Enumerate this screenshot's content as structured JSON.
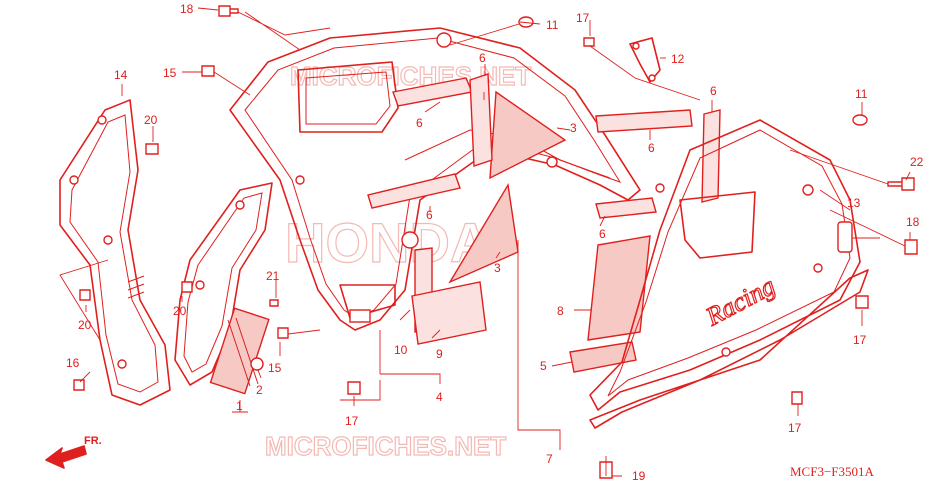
{
  "diagram": {
    "code": "MCF3−F3501A",
    "direction_label": "FR.",
    "watermark_text": "MICROFICHES.NET",
    "logo_text": "HONDA",
    "decal_text": "Racing",
    "labels": [
      {
        "id": "1",
        "text": "1"
      },
      {
        "id": "2",
        "text": "2"
      },
      {
        "id": "3a",
        "text": "3"
      },
      {
        "id": "3b",
        "text": "3"
      },
      {
        "id": "4",
        "text": "4"
      },
      {
        "id": "5",
        "text": "5"
      },
      {
        "id": "6a",
        "text": "6"
      },
      {
        "id": "6b",
        "text": "6"
      },
      {
        "id": "6c",
        "text": "6"
      },
      {
        "id": "6d",
        "text": "6"
      },
      {
        "id": "6e",
        "text": "6"
      },
      {
        "id": "6f",
        "text": "6"
      },
      {
        "id": "7",
        "text": "7"
      },
      {
        "id": "8",
        "text": "8"
      },
      {
        "id": "9",
        "text": "9"
      },
      {
        "id": "10",
        "text": "10"
      },
      {
        "id": "11a",
        "text": "11"
      },
      {
        "id": "11b",
        "text": "11"
      },
      {
        "id": "12",
        "text": "12"
      },
      {
        "id": "13",
        "text": "13"
      },
      {
        "id": "14",
        "text": "14"
      },
      {
        "id": "15a",
        "text": "15"
      },
      {
        "id": "15b",
        "text": "15"
      },
      {
        "id": "16",
        "text": "16"
      },
      {
        "id": "17a",
        "text": "17"
      },
      {
        "id": "17b",
        "text": "17"
      },
      {
        "id": "17c",
        "text": "17"
      },
      {
        "id": "17d",
        "text": "17"
      },
      {
        "id": "18a",
        "text": "18"
      },
      {
        "id": "18b",
        "text": "18"
      },
      {
        "id": "19",
        "text": "19"
      },
      {
        "id": "20a",
        "text": "20"
      },
      {
        "id": "20b",
        "text": "20"
      },
      {
        "id": "20c",
        "text": "20"
      },
      {
        "id": "21",
        "text": "21"
      },
      {
        "id": "22",
        "text": "22"
      }
    ]
  }
}
